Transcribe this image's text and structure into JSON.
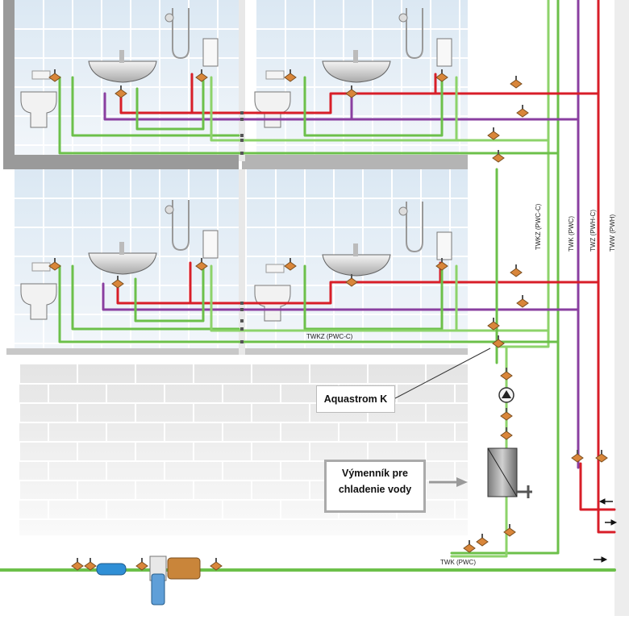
{
  "callouts": {
    "aquastrom": "Aquastrom K",
    "heat_exchanger_line1": "Výmenník pre",
    "heat_exchanger_line2": "chladenie  vody"
  },
  "pipe_labels": {
    "twkz_vertical": "TWKZ (PWC-C)",
    "twk_vertical": "TWK (PWC)",
    "twz_vertical": "TWZ (PWH-C)",
    "tww_vertical": "TWW (PWH)",
    "twkz_horizontal": "TWKZ (PWC-C)",
    "twk_bottom": "TWK (PWC)"
  },
  "colors": {
    "cold_water": "#6cc04a",
    "hot_water": "#d81e28",
    "hot_circulation": "#8a3fa0",
    "cold_circulation": "#8dd36a",
    "valve": "#d9863a"
  }
}
